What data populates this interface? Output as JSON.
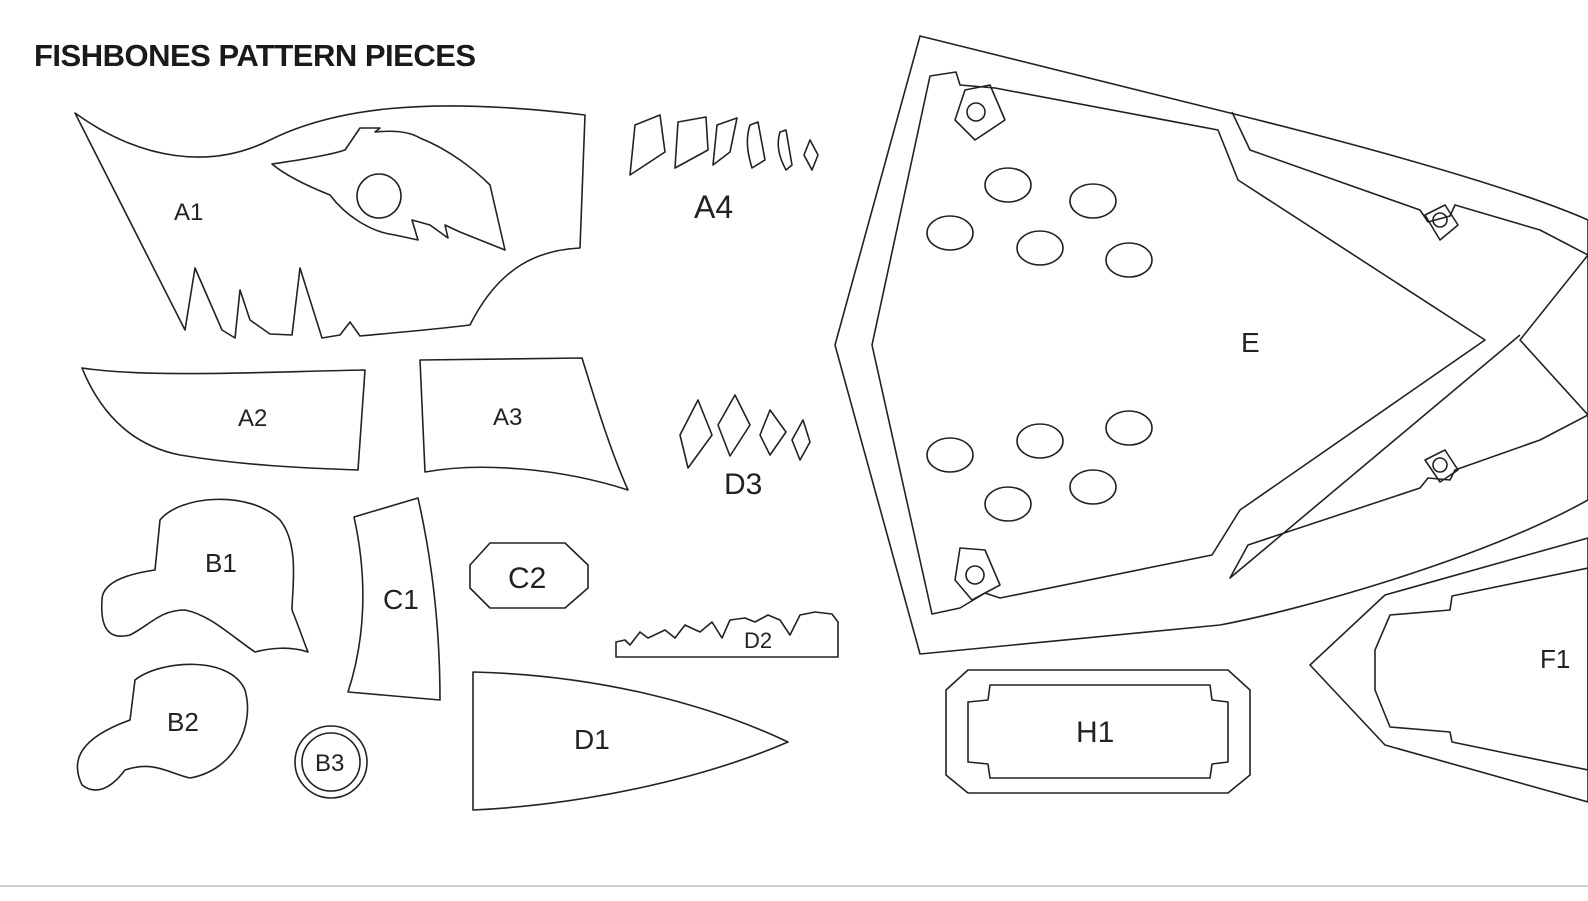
{
  "title": "FISHBONES PATTERN PIECES",
  "pieces": {
    "A1": "A1",
    "A2": "A2",
    "A3": "A3",
    "A4": "A4",
    "B1": "B1",
    "B2": "B2",
    "B3": "B3",
    "C1": "C1",
    "C2": "C2",
    "D1": "D1",
    "D2": "D2",
    "D3": "D3",
    "E": "E",
    "F1": "F1",
    "H1": "H1"
  }
}
